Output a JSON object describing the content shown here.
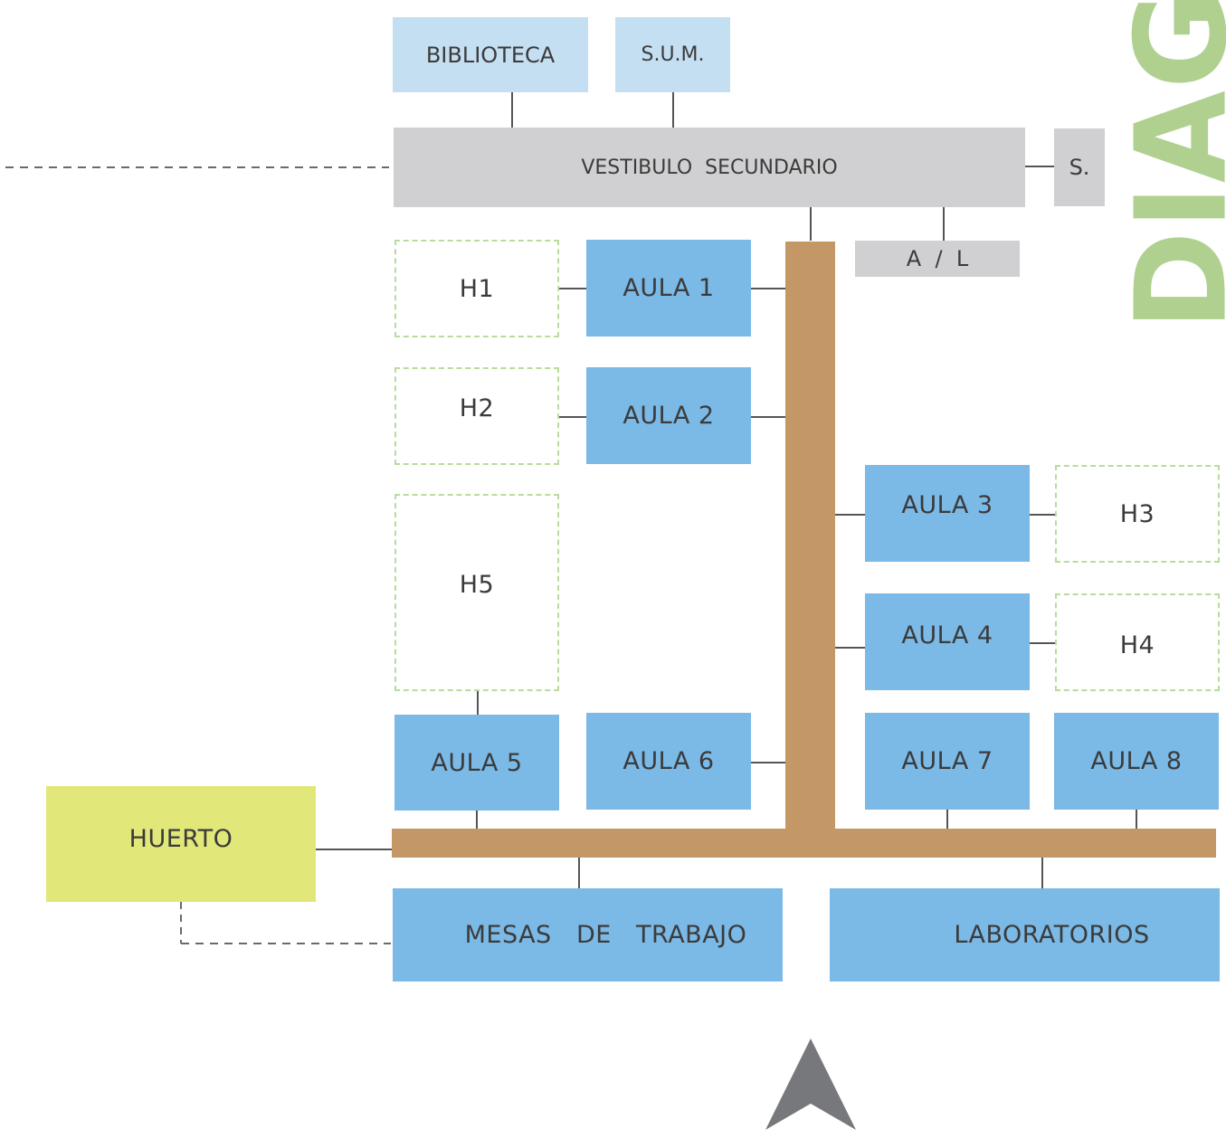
{
  "diagram": {
    "title": "DIAGRAM",
    "nodes": {
      "biblioteca": "BIBLIOTECA",
      "sum": "S.U.M.",
      "vestibulo": "VESTIBULO  SECUNDARIO",
      "s": "S.",
      "al": "A  /  L",
      "h1": "H1",
      "h2": "H2",
      "h3": "H3",
      "h4": "H4",
      "h5": "H5",
      "aula1": "AULA 1",
      "aula2": "AULA 2",
      "aula3": "AULA 3",
      "aula4": "AULA 4",
      "aula5": "AULA 5",
      "aula6": "AULA 6",
      "aula7": "AULA 7",
      "aula8": "AULA 8",
      "huerto": "HUERTO",
      "mesas": "MESAS   DE   TRABAJO",
      "laboratorios": "LABORATORIOS"
    },
    "icons": [
      "north-arrow-icon"
    ],
    "colors": {
      "corridor": "#c39866",
      "aula": "#7bb9e6",
      "service": "#c5dff2",
      "vestibule": "#d0d0d2",
      "huerto": "#e1e778",
      "expansion_border": "#b9dc9c",
      "title": "#b0d08f"
    }
  }
}
